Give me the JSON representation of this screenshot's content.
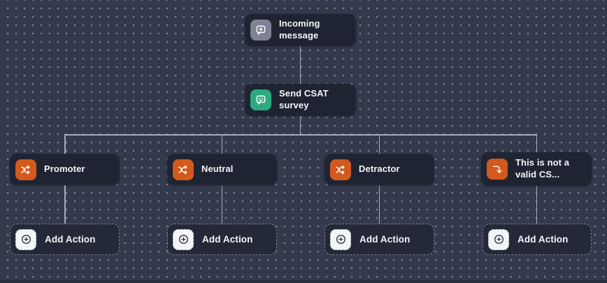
{
  "app": {
    "view": "workflow-builder-canvas"
  },
  "colors": {
    "canvas_bg": "#343a4d",
    "grid_dot": "#a5abba",
    "node_bg": "#1f2433",
    "connector": "#a6abb6",
    "icon_gray": "#7d8294",
    "icon_green": "#2baa80",
    "icon_orange": "#d4591c",
    "add_action_bg": "#242938",
    "add_action_icon_bg": "#f4f5f7",
    "text": "#f5f6f8"
  },
  "nodes": {
    "incoming": {
      "label": "Incoming message",
      "icon": "message-plus-icon"
    },
    "csat": {
      "label": "Send CSAT survey",
      "icon": "message-smile-icon"
    },
    "branches": [
      {
        "label": "Promoter",
        "icon": "shuffle-icon"
      },
      {
        "label": "Neutral",
        "icon": "shuffle-icon"
      },
      {
        "label": "Detractor",
        "icon": "shuffle-icon"
      },
      {
        "label": "This is not a valid CS...",
        "icon": "corner-right-down-icon"
      }
    ]
  },
  "add_action": {
    "label": "Add Action",
    "icon": "circle-plus-icon"
  }
}
